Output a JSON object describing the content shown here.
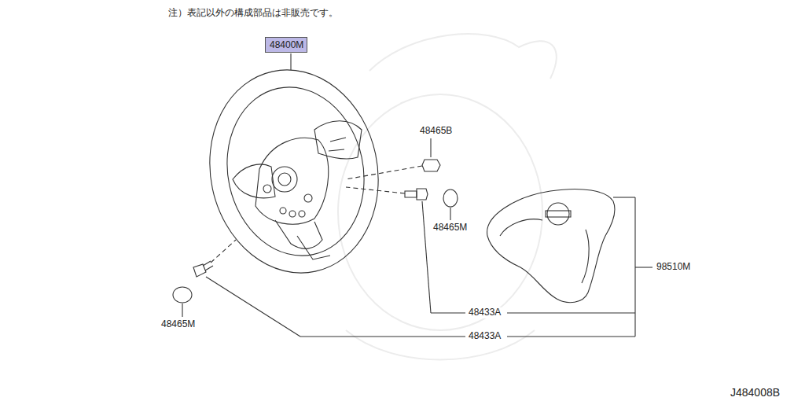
{
  "diagram": {
    "nodes": [
      {
        "text": [
          "48400M"
        ]
      }
    ],
    "labels": [
      "注）表記以外の構成部品は非販売です。",
      "48465B",
      "48465M",
      "98510M",
      "48433A",
      "48465M",
      "48433A",
      "J484008B"
    ]
  }
}
